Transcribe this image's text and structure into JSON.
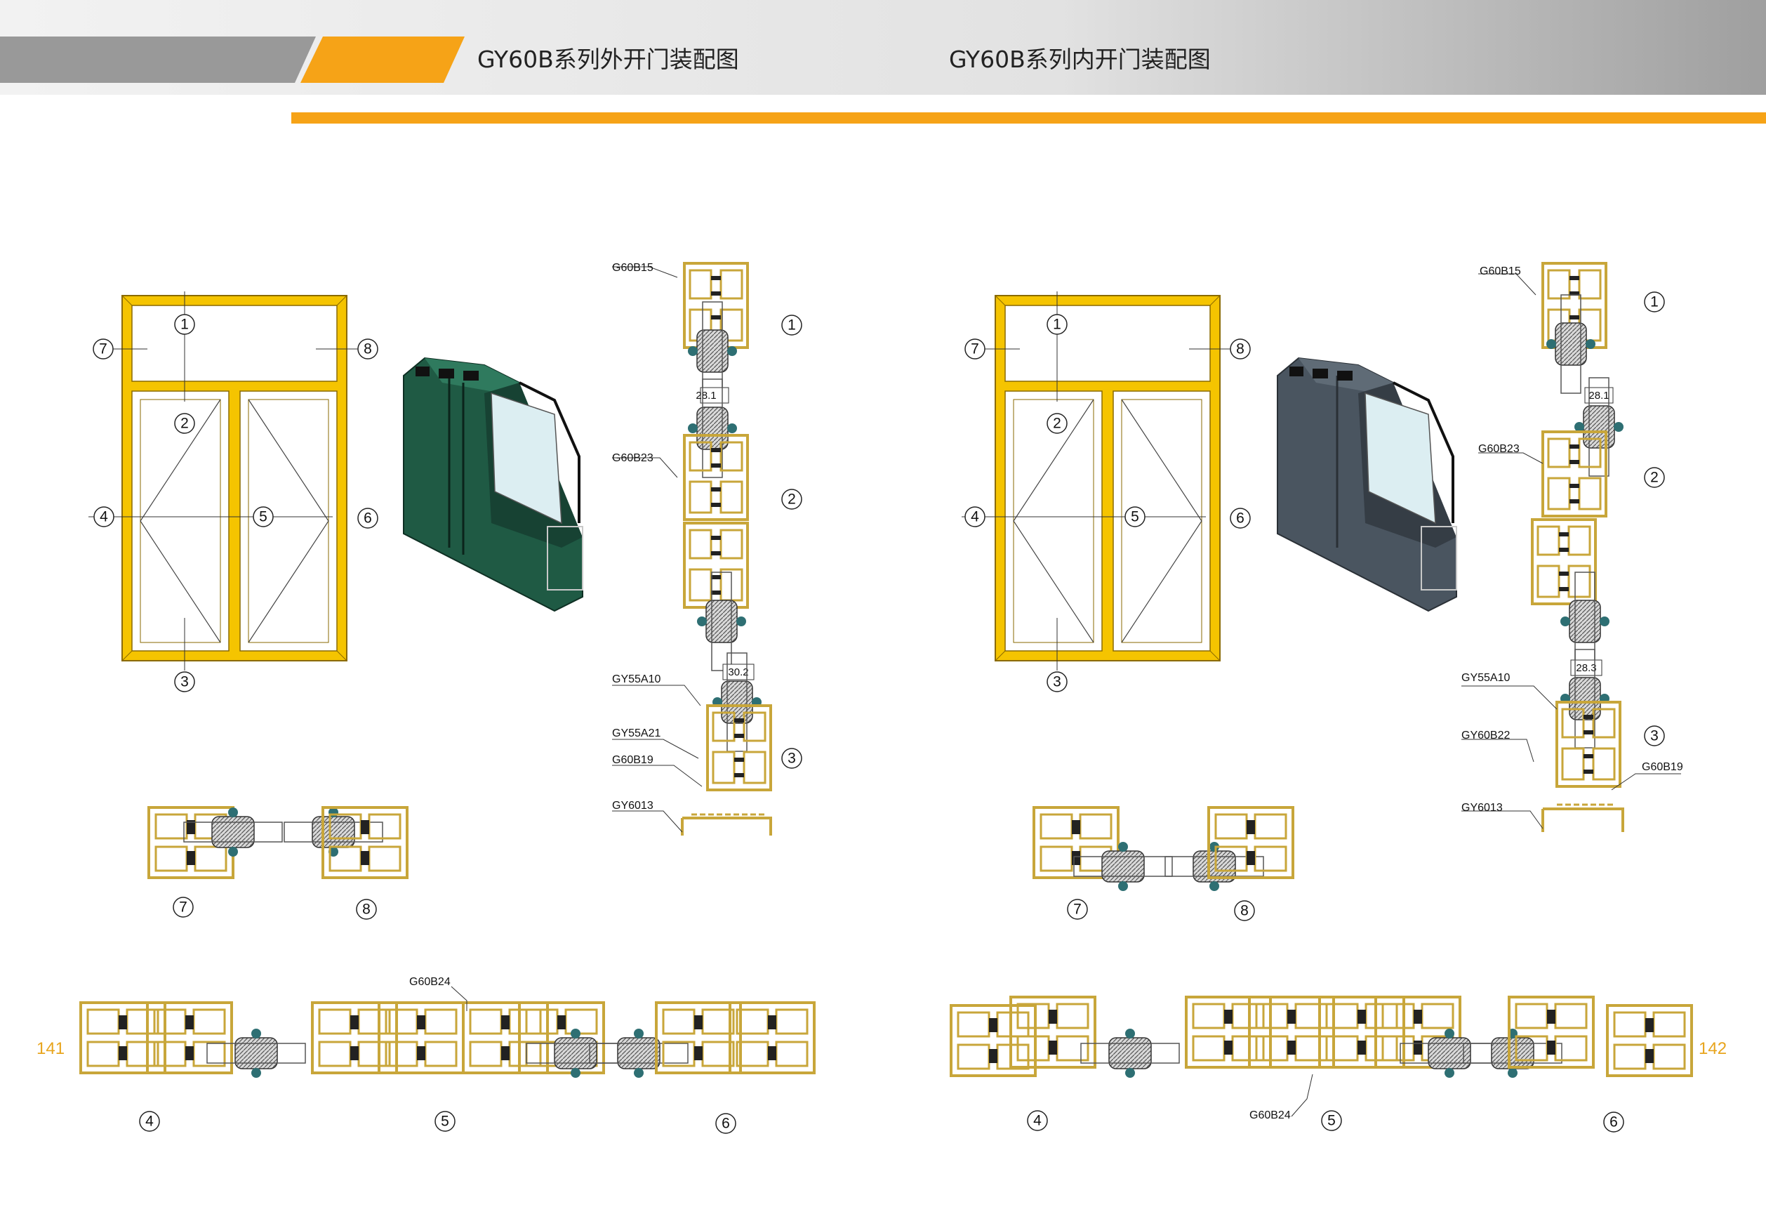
{
  "header": {
    "title_left": "GY60B系列外开门装配图",
    "title_right": "GY60B系列内开门装配图"
  },
  "page_numbers": {
    "left": "141",
    "right": "142"
  },
  "left_panel": {
    "markers": [
      "1",
      "2",
      "3",
      "4",
      "5",
      "6",
      "7",
      "8"
    ],
    "section_labels": {
      "s1": "G60B15",
      "s2": "G60B23",
      "s3a": "GY55A10",
      "s3b": "GY55A21",
      "s3c": "G60B19",
      "s3d": "GY6013",
      "bottom": "G60B24"
    },
    "dimensions": {
      "d1": "28.1",
      "d2": "30.2"
    },
    "profile_color": "#1f5a44"
  },
  "right_panel": {
    "markers": [
      "1",
      "2",
      "3",
      "4",
      "5",
      "6",
      "7",
      "8"
    ],
    "section_labels": {
      "s1": "G60B15",
      "s2": "G60B23",
      "s3a": "GY55A10",
      "s3b": "GY60B22",
      "s3c": "G60B19",
      "s3d": "GY6013",
      "bottom": "G60B24"
    },
    "dimensions": {
      "d1": "28.1",
      "d2": "28.3"
    },
    "profile_color": "#4a5560"
  },
  "colors": {
    "accent_orange": "#f6a317",
    "frame_yellow": "#f5c400",
    "profile_outline": "#c8a63a",
    "header_gray": "#9a9a9a"
  }
}
